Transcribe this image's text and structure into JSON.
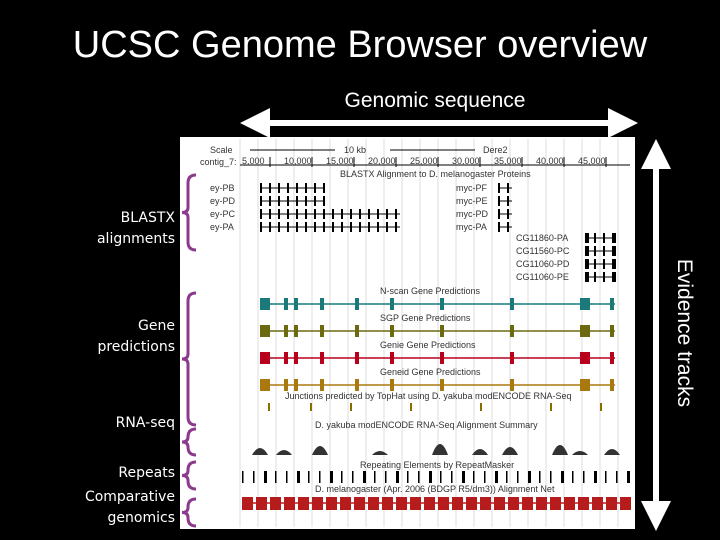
{
  "slide": {
    "title": "UCSC Genome Browser overview",
    "genomic_sequence_label": "Genomic sequence",
    "evidence_tracks_label": "Evidence tracks"
  },
  "track_groups": [
    {
      "id": "blastx",
      "lines": [
        "BLASTX",
        "alignments"
      ]
    },
    {
      "id": "gene",
      "lines": [
        "Gene",
        "predictions"
      ]
    },
    {
      "id": "rnaseq",
      "lines": [
        "RNA-seq"
      ]
    },
    {
      "id": "repeats",
      "lines": [
        "Repeats"
      ]
    },
    {
      "id": "comparative",
      "lines": [
        "Comparative",
        "genomics"
      ]
    }
  ],
  "browser": {
    "scale_label": "Scale",
    "scale_value": "10 kb",
    "assembly": "Dere2",
    "contig_label": "contig_7:",
    "ruler_ticks": [
      "5,000",
      "10,000",
      "15,000",
      "20,000",
      "25,000",
      "30,000",
      "35,000",
      "40,000",
      "45,000"
    ],
    "blastx_track_title": "BLASTX Alignment to D. melanogaster Proteins",
    "blastx_left": [
      "ey-PB",
      "ey-PD",
      "ey-PC",
      "ey-PA"
    ],
    "blastx_mid": [
      "myc-PF",
      "myc-PE",
      "myc-PD",
      "myc-PA"
    ],
    "blastx_right": [
      "CG11860-PA",
      "CG11560-PC",
      "CG11060-PD",
      "CG11060-PE"
    ],
    "gene_tracks": [
      {
        "title": "N-scan Gene Predictions",
        "color": "#1a7a7a"
      },
      {
        "title": "SGP Gene Predictions",
        "color": "#6b6a10"
      },
      {
        "title": "Genie Gene Predictions",
        "color": "#b8001c"
      },
      {
        "title": "Geneid Gene Predictions",
        "color": "#a9780f"
      }
    ],
    "junction_title": "Junctions predicted by TopHat using D. yakuba modENCODE RNA-Seq",
    "rnaseq_title": "D. yakuba modENCODE RNA-Seq Alignment Summary",
    "repeat_title": "Repeating Elements by RepeatMasker",
    "comparative_title": "D. melanogaster (Apr. 2006 (BDGP R5/dm3)) Alignment Net"
  }
}
